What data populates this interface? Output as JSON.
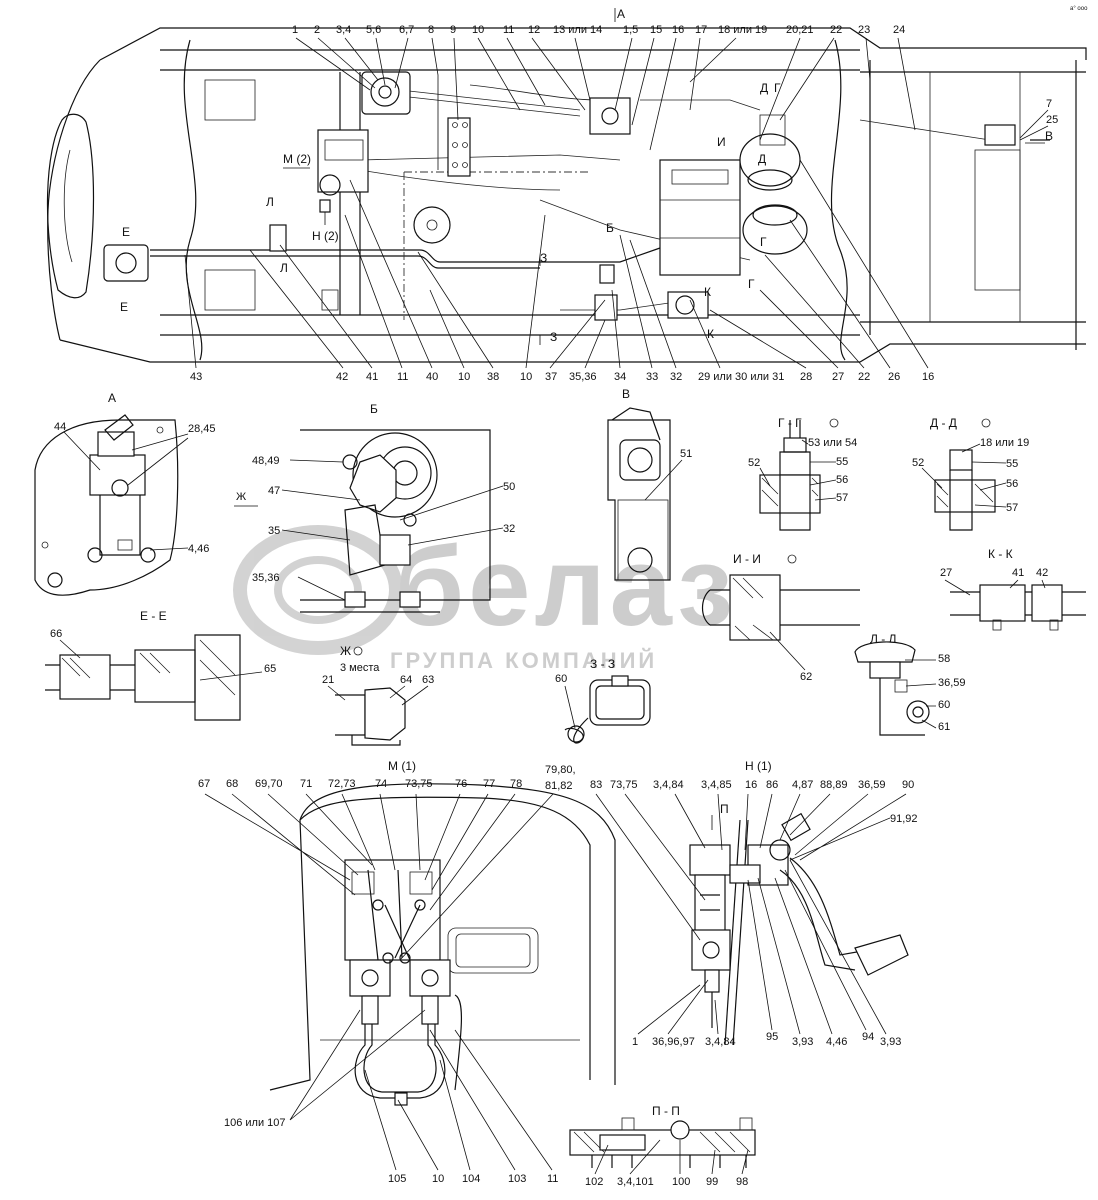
{
  "corner_mark": "a° ooo",
  "watermark": {
    "brand": "белаз",
    "subtitle": "ГРУППА КОМПАНИЙ"
  },
  "callouts_main_top": [
    "1",
    "2",
    "3,4",
    "5,6",
    "6,7",
    "8",
    "9",
    "10",
    "11",
    "12",
    "13 или 14",
    "1,5",
    "15",
    "16",
    "17",
    "18 или 19",
    "20,21",
    "22",
    "23",
    "24",
    "7",
    "25"
  ],
  "callouts_main_bottom": [
    "43",
    "42",
    "41",
    "11",
    "40",
    "10",
    "38",
    "10",
    "37",
    "35,36",
    "34",
    "33",
    "32",
    "29 или 30 или 31",
    "28",
    "27",
    "22",
    "26",
    "16"
  ],
  "section_marks": [
    "А",
    "Б",
    "В",
    "Г",
    "Д",
    "Е",
    "Ж",
    "И",
    "К",
    "Л",
    "М (2)",
    "Н (2)",
    "З"
  ],
  "views": {
    "A": {
      "title": "А",
      "labels": [
        "44",
        "28,45",
        "4,46"
      ]
    },
    "B": {
      "title": "Б",
      "labels": [
        "48,49",
        "47",
        "50",
        "35",
        "32",
        "35,36",
        "Ж"
      ]
    },
    "V": {
      "title": "В",
      "labels": [
        "51"
      ]
    },
    "GG": {
      "title": "Г - Г",
      "labels": [
        "52",
        "53 или 54",
        "55",
        "56",
        "57"
      ]
    },
    "DD": {
      "title": "Д - Д",
      "labels": [
        "52",
        "18 или 19",
        "55",
        "56",
        "57"
      ]
    },
    "EE": {
      "title": "Е - Е",
      "labels": [
        "66",
        "65"
      ]
    },
    "II": {
      "title": "И - И",
      "labels": [
        "62"
      ]
    },
    "KK": {
      "title": "К - К",
      "labels": [
        "27",
        "41",
        "42"
      ]
    },
    "LL": {
      "title": "Л - Л",
      "labels": [
        "58",
        "36,59",
        "60",
        "61"
      ]
    },
    "ZH": {
      "title": "Ж",
      "note": "3 места",
      "labels": [
        "21",
        "64",
        "63"
      ]
    },
    "ZZ": {
      "title": "З - З",
      "labels": [
        "60"
      ]
    },
    "M1": {
      "title": "М (1)",
      "labels_top": [
        "67",
        "68",
        "69,70",
        "71",
        "72,73",
        "74",
        "73,75",
        "76",
        "77",
        "78",
        "79,80,",
        "81,82"
      ],
      "labels_bottom": [
        "106 или 107",
        "105",
        "10",
        "104",
        "103",
        "11"
      ]
    },
    "N1": {
      "title": "Н (1)",
      "labels_top": [
        "83",
        "73,75",
        "3,4,84",
        "3,4,85",
        "16",
        "86",
        "4,87",
        "88,89",
        "36,59",
        "90",
        "91,92",
        "П"
      ],
      "labels_bottom": [
        "1",
        "36,96,97",
        "3,4,84",
        "95",
        "3,93",
        "4,46",
        "94",
        "3,93"
      ]
    },
    "PP": {
      "title": "П - П",
      "labels": [
        "102",
        "3,4,101",
        "100",
        "99",
        "98"
      ]
    }
  }
}
